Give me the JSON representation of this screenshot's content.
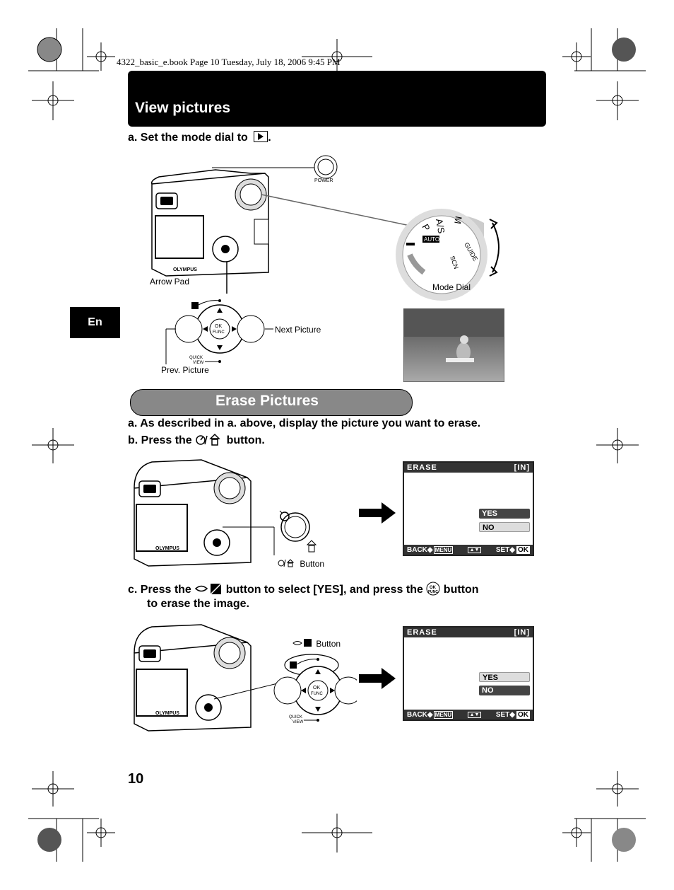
{
  "book_header": "4322_basic_e.book  Page 10  Tuesday, July 18, 2006  9:45 PM",
  "view_section": {
    "title": "View pictures",
    "step_a_prefix": "a.  Set the mode dial to",
    "step_a_suffix": ".",
    "labels": {
      "power": "POWER",
      "arrow_pad": "Arrow Pad",
      "mode_dial": "Mode Dial",
      "next_picture": "Next Picture",
      "prev_picture": "Prev. Picture",
      "ok_func": "OK\nFUNC",
      "quick_view": "QUICK\nVIEW"
    },
    "dial_labels": [
      "P",
      "A/S",
      "M",
      "AUTO",
      "GUIDE",
      "SCN"
    ]
  },
  "lang_tab": "En",
  "erase_section": {
    "title": "Erase Pictures",
    "step_a": "a.  As described in a. above, display the picture you want to erase.",
    "step_b_prefix": "b.  Press the",
    "step_b_suffix": "button.",
    "button_caption": "Button",
    "step_c_line1_prefix": "c.  Press the",
    "step_c_line1_mid": "button to select [YES], and press the",
    "step_c_line1_suffix": "button",
    "step_c_line2": "to erase the image.",
    "button_caption_c": "Button"
  },
  "lcd_screen": {
    "title": "ERASE",
    "memory": "[IN]",
    "yes": "YES",
    "no": "NO",
    "back": "BACK",
    "menu": "MENU",
    "set": "SET",
    "ok": "OK"
  },
  "page_number": "10"
}
